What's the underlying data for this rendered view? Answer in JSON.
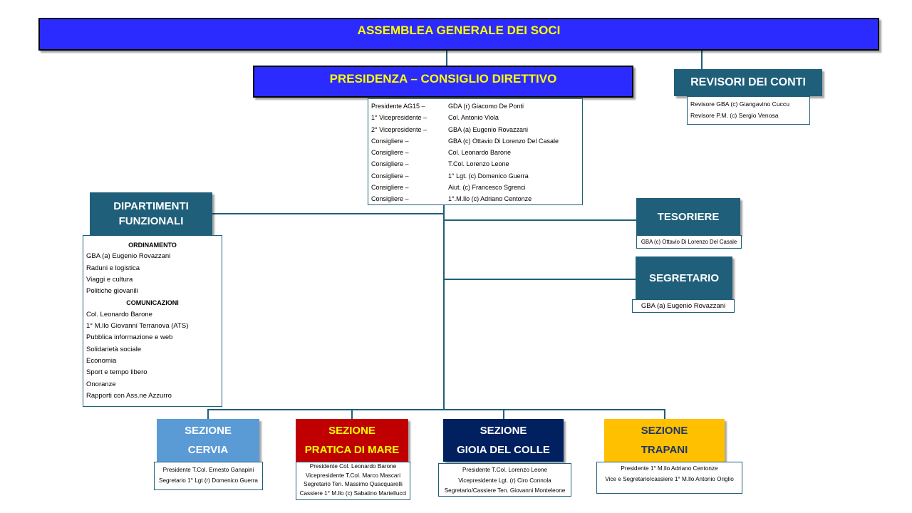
{
  "assembly": {
    "title": "ASSEMBLEA GENERALE DEI SOCI"
  },
  "presidency": {
    "title": "PRESIDENZA – CONSIGLIO DIRETTIVO",
    "members": [
      {
        "role": "Presidente AG15 –",
        "name": "GDA (r) Giacomo De Ponti"
      },
      {
        "role": "1° Vicepresidente –",
        "name": "Col.  Antonio Viola"
      },
      {
        "role": "2° Vicepresidente –",
        "name": "GBA (a) Eugenio Rovazzani"
      },
      {
        "role": "Consigliere –",
        "name": "GBA (c) Ottavio Di Lorenzo Del Casale"
      },
      {
        "role": "Consigliere –",
        "name": "Col. Leonardo Barone"
      },
      {
        "role": "Consigliere –",
        "name": "T.Col. Lorenzo Leone"
      },
      {
        "role": "Consigliere –",
        "name": "1° Lgt. (c) Domenico Guerra"
      },
      {
        "role": "Consigliere –",
        "name": "Aiut. (c) Francesco Sgrenci"
      },
      {
        "role": "Consigliere –",
        "name": "1°.M.llo (c) Adriano Centonze"
      }
    ]
  },
  "auditors": {
    "title": "REVISORI DEI CONTI",
    "members": [
      "Revisore GBA (c) Giangavino Cuccu",
      "Revisore P.M. (c) Sergio Venosa"
    ]
  },
  "departments": {
    "title_line1": "DIPARTIMENTI",
    "title_line2": "FUNZIONALI",
    "items": [
      {
        "text": "ORDINAMENTO",
        "cat": true
      },
      {
        "text": "GBA (a) Eugenio Rovazzani",
        "cat": false
      },
      {
        "text": "Raduni e logistica",
        "cat": false
      },
      {
        "text": "Viaggi e cultura",
        "cat": false
      },
      {
        "text": "Politiche giovanili",
        "cat": false
      },
      {
        "text": "COMUNICAZIONI",
        "cat": true
      },
      {
        "text": "Col. Leonardo Barone",
        "cat": false
      },
      {
        "text": "1° M.llo Giovanni Terranova (ATS)",
        "cat": false
      },
      {
        "text": "Pubblica informazione e web",
        "cat": false
      },
      {
        "text": "Solidarietà sociale",
        "cat": false
      },
      {
        "text": "Economia",
        "cat": false
      },
      {
        "text": "Sport e tempo libero",
        "cat": false
      },
      {
        "text": "Onoranze",
        "cat": false
      },
      {
        "text": "Rapporti con Ass.ne Azzurro",
        "cat": false
      }
    ]
  },
  "treasurer": {
    "title": "TESORIERE",
    "name": "GBA (c) Ottavio Di Lorenzo Del Casale"
  },
  "secretary": {
    "title": "SEGRETARIO",
    "name": "GBA (a) Eugenio Rovazzani"
  },
  "sections": [
    {
      "line1": "SEZIONE",
      "line2": "CERVIA",
      "bg": "#5b9bd5",
      "fg": "#ffffff",
      "members": [
        "Presidente T.Col. Ernesto Ganapini",
        "Segretario 1° Lgt (r)  Domenico Guerra"
      ]
    },
    {
      "line1": "SEZIONE",
      "line2": "PRATICA DI MARE",
      "bg": "#c00000",
      "fg": "#ffff00",
      "members": [
        "Presidente Col. Leonardo Barone",
        "Vicepresidente T.Col. Marco Mascari",
        "Segretario Ten. Massimo Quacquarelli",
        "Cassiere 1° M.llo (c) Sabatino Martellucci"
      ]
    },
    {
      "line1": "SEZIONE",
      "line2": "GIOIA DEL COLLE",
      "bg": "#002060",
      "fg": "#ffffff",
      "members": [
        "Presidente T.Col. Lorenzo Leone",
        "Vicepresidente Lgt. (r)  Ciro Connola",
        "Segretario/Cassiere Ten. Giovanni Monteleone"
      ]
    },
    {
      "line1": "SEZIONE",
      "line2": "TRAPANI",
      "bg": "#ffc000",
      "fg": "#1f3864",
      "members": [
        "Presidente 1° M.llo Adriano Centonze",
        "Vice e Segretario/cassiere  1° M.llo Antonio Origlio"
      ]
    }
  ],
  "colors": {
    "assembly_bg": "#2b2bff",
    "assembly_fg": "#ffff00",
    "teal": "#1f5f7a",
    "line": "#1f5f7a"
  }
}
